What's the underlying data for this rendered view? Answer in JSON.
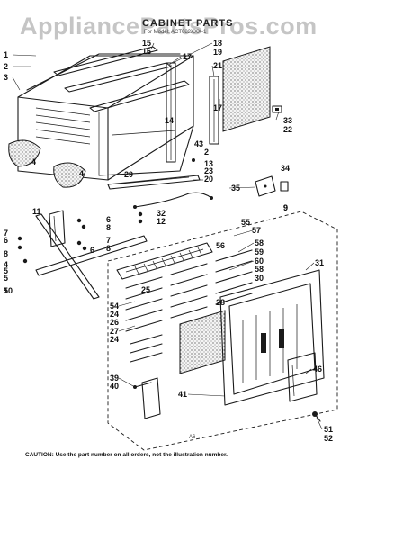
{
  "watermark": "AppliancePartsPros.com",
  "diagram": {
    "title": "CABINET PARTS",
    "subtitle": "For Model: ACT082XXX-1",
    "page_code": "A6",
    "caution": "CAUTION: Use the part number on all orders, not the illustration number."
  },
  "callouts": [
    "1",
    "2",
    "3",
    "4",
    "4",
    "15",
    "16",
    "17",
    "18",
    "19",
    "17",
    "21",
    "14",
    "5",
    "9",
    "2",
    "13",
    "23",
    "20",
    "29",
    "34",
    "35",
    "33",
    "22",
    "43",
    "11",
    "6",
    "8",
    "7",
    "8",
    "6",
    "7",
    "8",
    "5",
    "6",
    "4",
    "5",
    "10",
    "32",
    "12",
    "55",
    "57",
    "9",
    "56",
    "58",
    "59",
    "60",
    "58",
    "30",
    "31",
    "25",
    "54",
    "24",
    "26",
    "27",
    "24",
    "28",
    "46",
    "39",
    "40",
    "41",
    "51",
    "52"
  ]
}
